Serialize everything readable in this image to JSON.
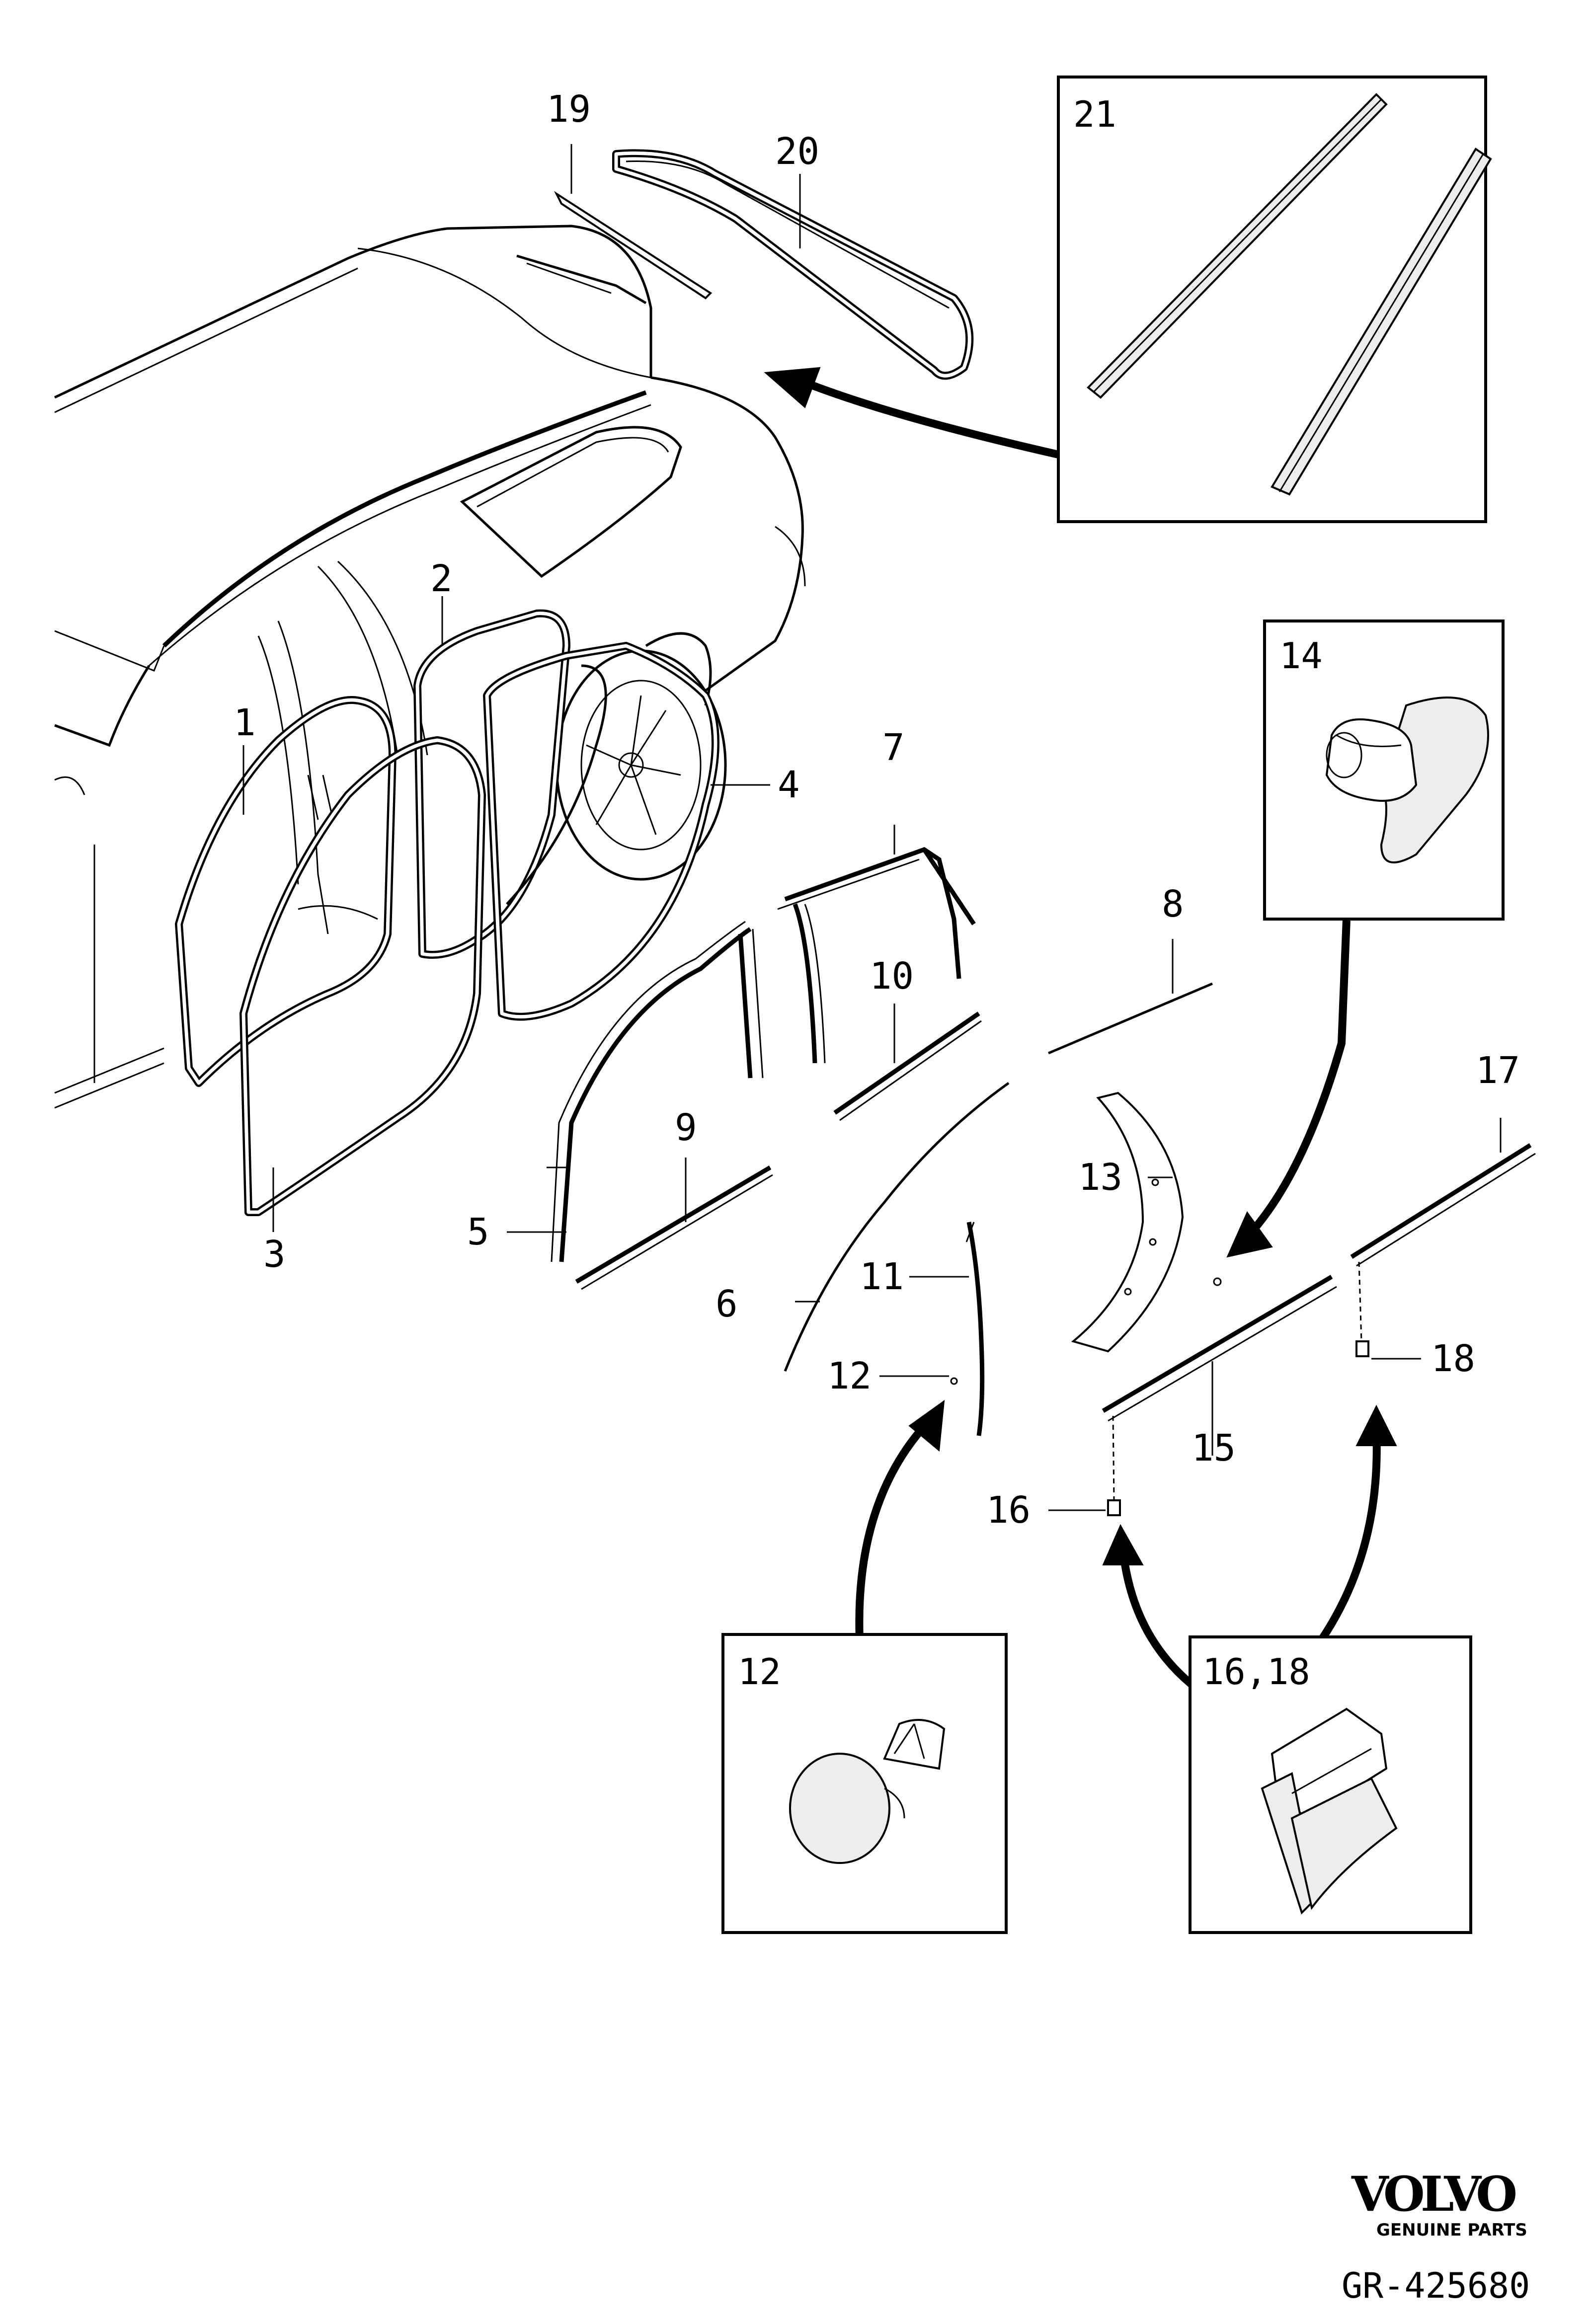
{
  "callouts": {
    "c1": "1",
    "c2": "2",
    "c3": "3",
    "c4": "4",
    "c5": "5",
    "c6": "6",
    "c7": "7",
    "c8": "8",
    "c9": "9",
    "c10": "10",
    "c11": "11",
    "c12": "12",
    "c13": "13",
    "c15": "15",
    "c16": "16",
    "c17": "17",
    "c18": "18",
    "c19": "19",
    "c20": "20"
  },
  "detail_boxes": {
    "box21": "21",
    "box14": "14",
    "box12": "12",
    "box16_18": "16,18"
  },
  "footer": {
    "brand": "VOLVO",
    "tagline": "GENUINE PARTS",
    "reference": "GR-425680"
  }
}
